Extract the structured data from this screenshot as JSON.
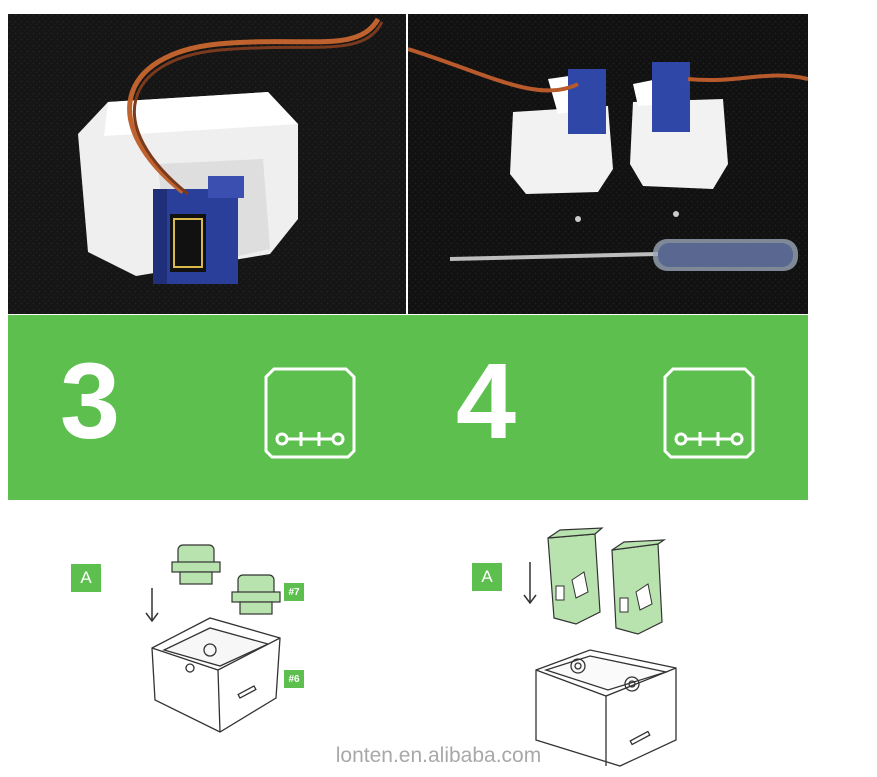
{
  "steps": [
    {
      "number": "3",
      "icon": "otto-robot-icon",
      "icon_text": "o++o"
    },
    {
      "number": "4",
      "icon": "otto-robot-icon",
      "icon_text": "o++o"
    }
  ],
  "labels": {
    "step3_a": "A",
    "step4_a": "A",
    "part_7": "#7",
    "part_6": "#6"
  },
  "watermark": "lonten.en.alibaba.com",
  "colors": {
    "band": "#5cbf4e",
    "part_highlight": "#b9e3ae"
  }
}
